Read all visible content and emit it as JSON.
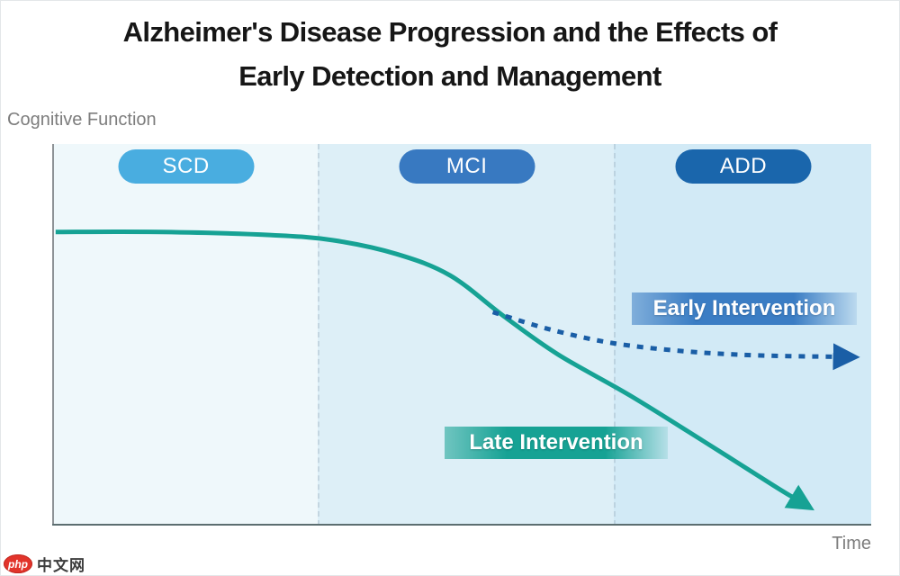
{
  "title": {
    "line1": "Alzheimer's Disease Progression and the Effects of",
    "line2": "Early Detection and Management"
  },
  "axes": {
    "y_label": "Cognitive Function",
    "x_label": "Time"
  },
  "stages": [
    {
      "label": "SCD",
      "pill_color": "#49ade0",
      "band_color": "#eff8fb"
    },
    {
      "label": "MCI",
      "pill_color": "#3879c1",
      "band_color": "#ddeff7"
    },
    {
      "label": "ADD",
      "pill_color": "#1a66ac",
      "band_color": "#d2eaf6"
    }
  ],
  "annotations": {
    "early": {
      "label": "Early Intervention",
      "color": "#3b7dc4"
    },
    "late": {
      "label": "Late Intervention",
      "color": "#16a294"
    }
  },
  "watermark": {
    "badge": "php",
    "text": "中文网"
  },
  "chart_data": {
    "type": "line",
    "title": "Alzheimer's Disease Progression and the Effects of Early Detection and Management",
    "xlabel": "Time",
    "ylabel": "Cognitive Function",
    "x_range": [
      0,
      1
    ],
    "y_range": [
      0,
      100
    ],
    "grid": false,
    "legend_position": "none",
    "stage_bands": [
      {
        "label": "SCD",
        "x_start": 0.0,
        "x_end": 0.323
      },
      {
        "label": "MCI",
        "x_start": 0.323,
        "x_end": 0.685
      },
      {
        "label": "ADD",
        "x_start": 0.685,
        "x_end": 1.0
      }
    ],
    "series": [
      {
        "name": "Late Intervention",
        "style": "solid",
        "color": "#16a294",
        "arrow": true,
        "points": [
          [
            0.002,
            78.8
          ],
          [
            0.132,
            78.8
          ],
          [
            0.264,
            78.0
          ],
          [
            0.341,
            76.6
          ],
          [
            0.419,
            72.9
          ],
          [
            0.485,
            67.1
          ],
          [
            0.551,
            56.1
          ],
          [
            0.617,
            45.9
          ],
          [
            0.705,
            34.9
          ],
          [
            0.793,
            22.9
          ],
          [
            0.881,
            10.7
          ],
          [
            0.908,
            7.1
          ]
        ]
      },
      {
        "name": "Early Intervention",
        "style": "dashed",
        "color": "#1a5ea6",
        "arrow": true,
        "points": [
          [
            0.537,
            57.3
          ],
          [
            0.606,
            52.7
          ],
          [
            0.683,
            49.0
          ],
          [
            0.771,
            46.8
          ],
          [
            0.859,
            45.7
          ],
          [
            0.96,
            45.3
          ]
        ]
      }
    ]
  }
}
